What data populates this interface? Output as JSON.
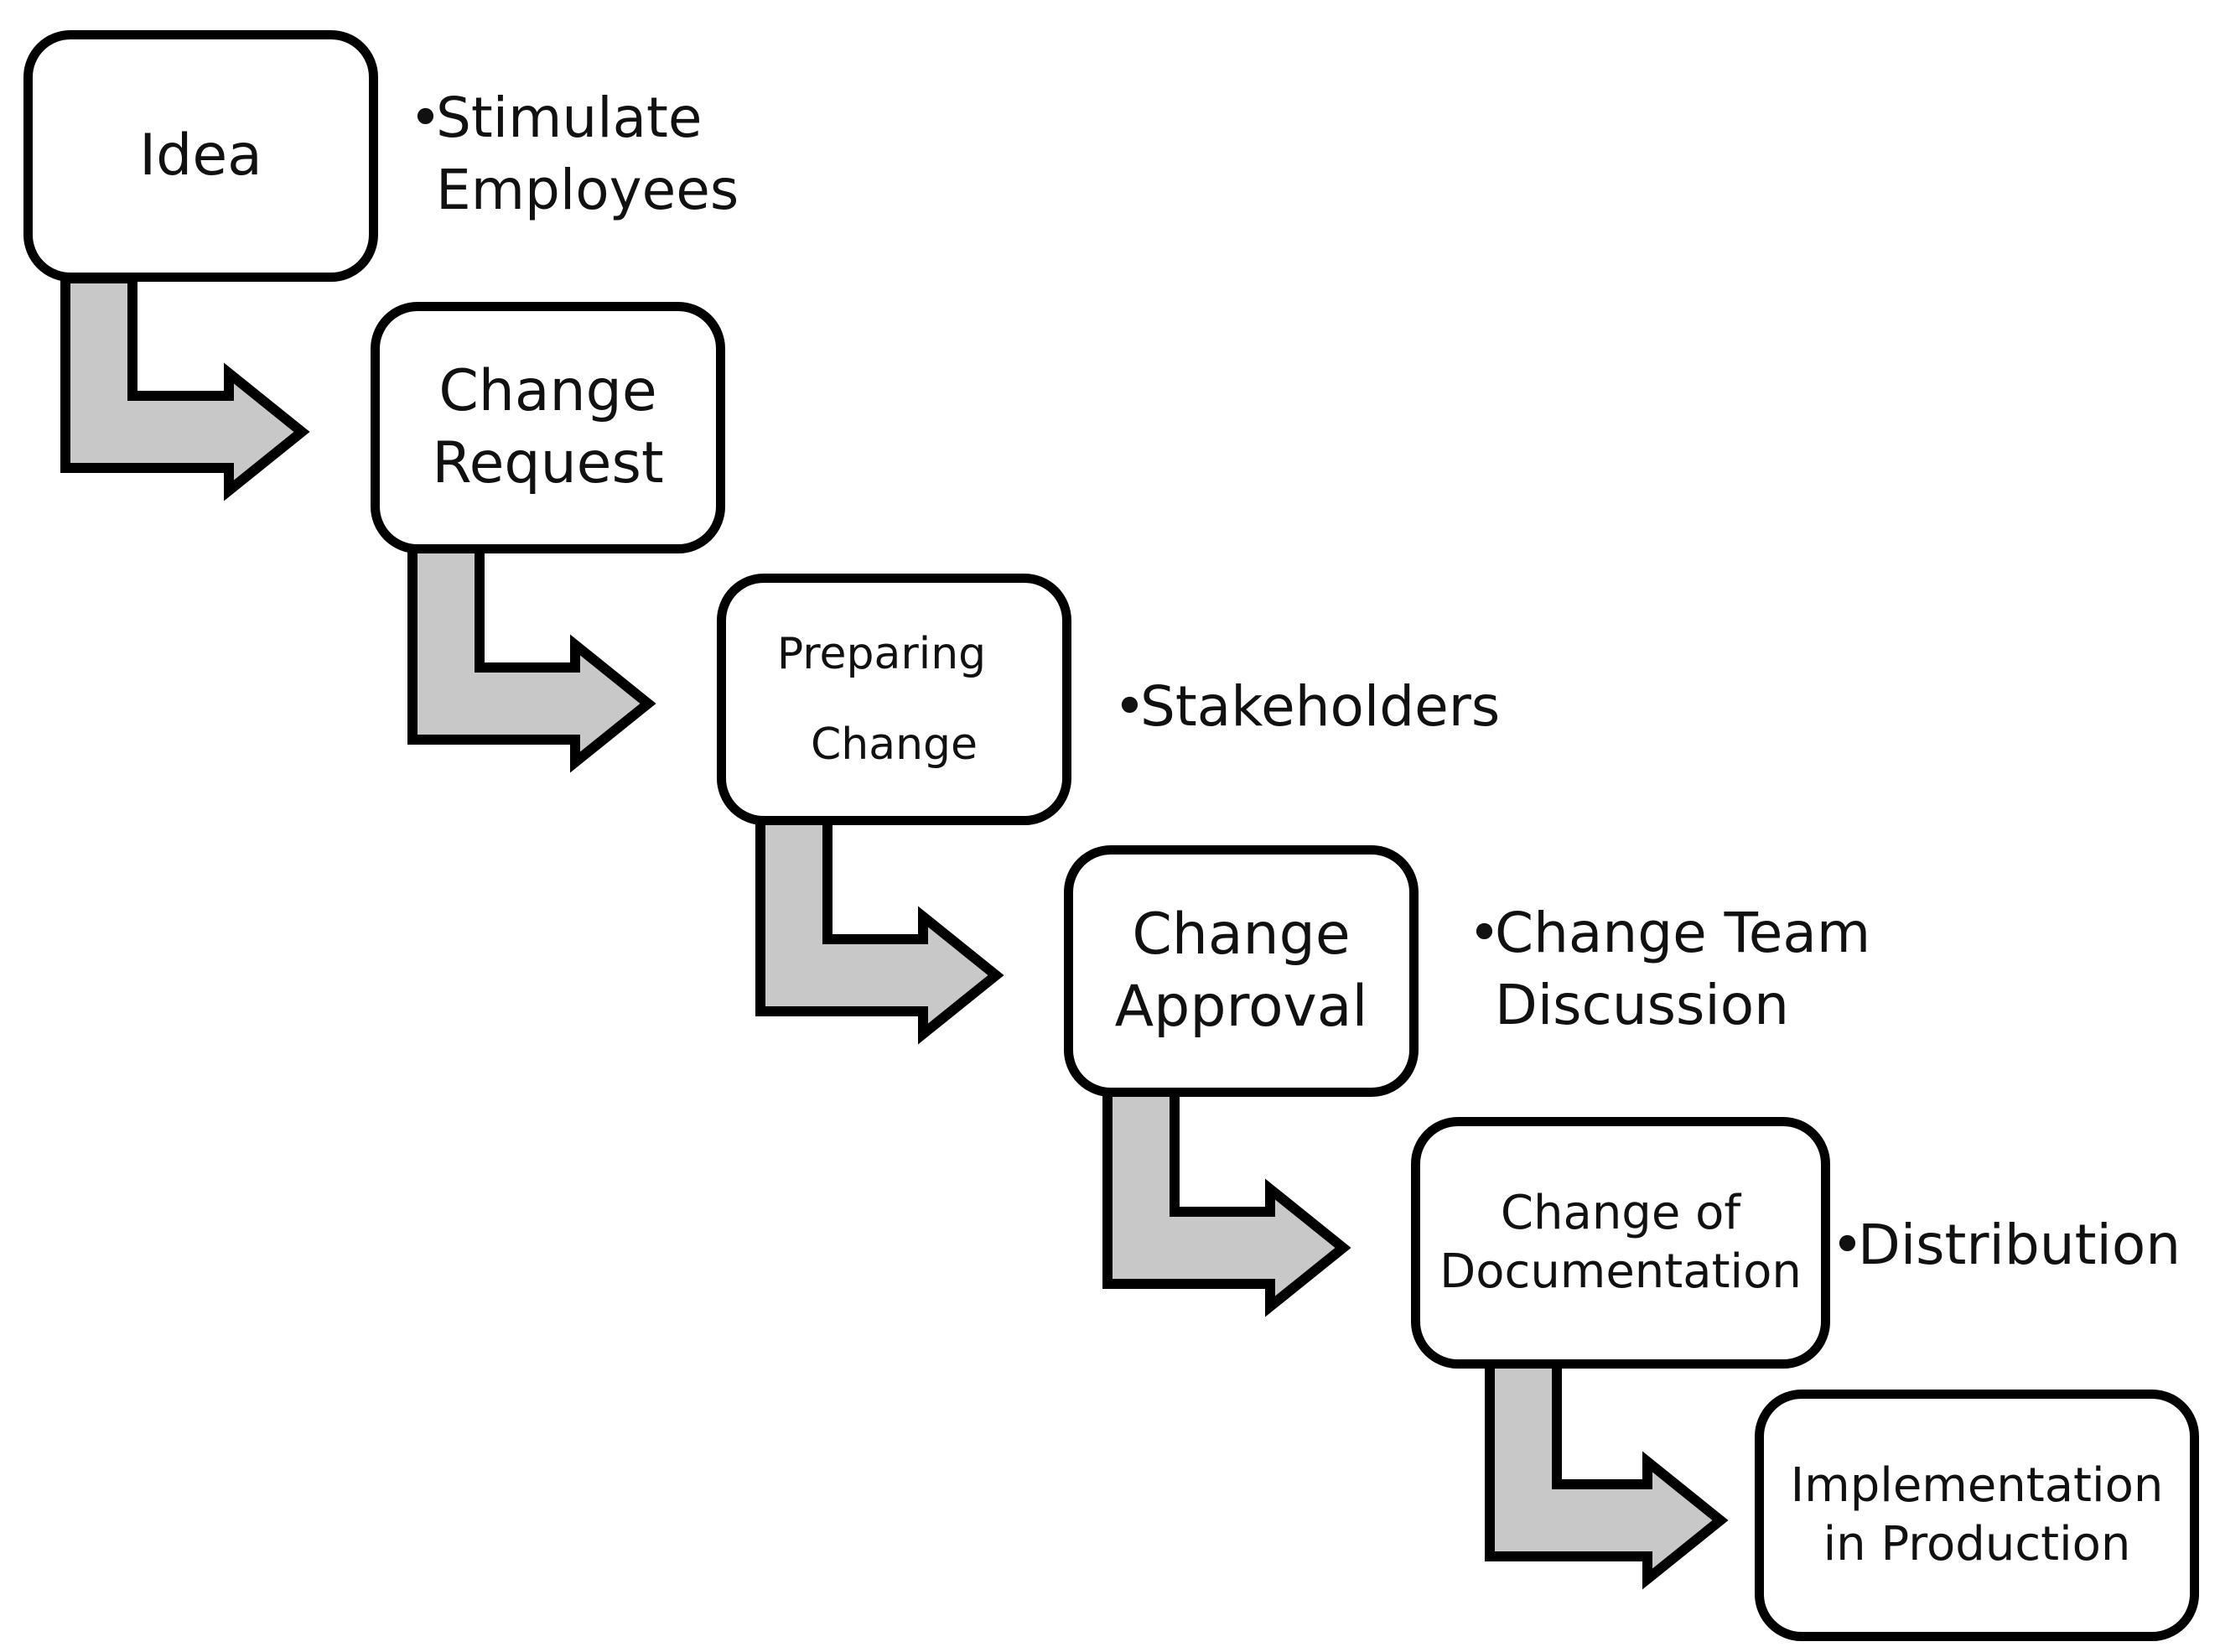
{
  "steps": [
    {
      "lines": [
        "Idea"
      ]
    },
    {
      "lines": [
        "Change",
        "Request"
      ]
    },
    {
      "lines": [
        "Preparing",
        "Change"
      ]
    },
    {
      "lines": [
        "Change",
        "Approval"
      ]
    },
    {
      "lines": [
        "Change of",
        "Documentation"
      ]
    },
    {
      "lines": [
        "Implementation",
        "in Production"
      ]
    }
  ],
  "notes": [
    {
      "bullet": "•",
      "lines": [
        "Stimulate",
        "Employees"
      ]
    },
    {
      "bullet": "•",
      "lines": [
        "Stakeholders"
      ]
    },
    {
      "bullet": "•",
      "lines": [
        "Change Team",
        "Discussion"
      ]
    },
    {
      "bullet": "•",
      "lines": [
        "Distribution"
      ]
    }
  ],
  "colors": {
    "arrow_fill": "#c8c8c8",
    "stroke": "#000000",
    "box_fill": "#ffffff"
  }
}
